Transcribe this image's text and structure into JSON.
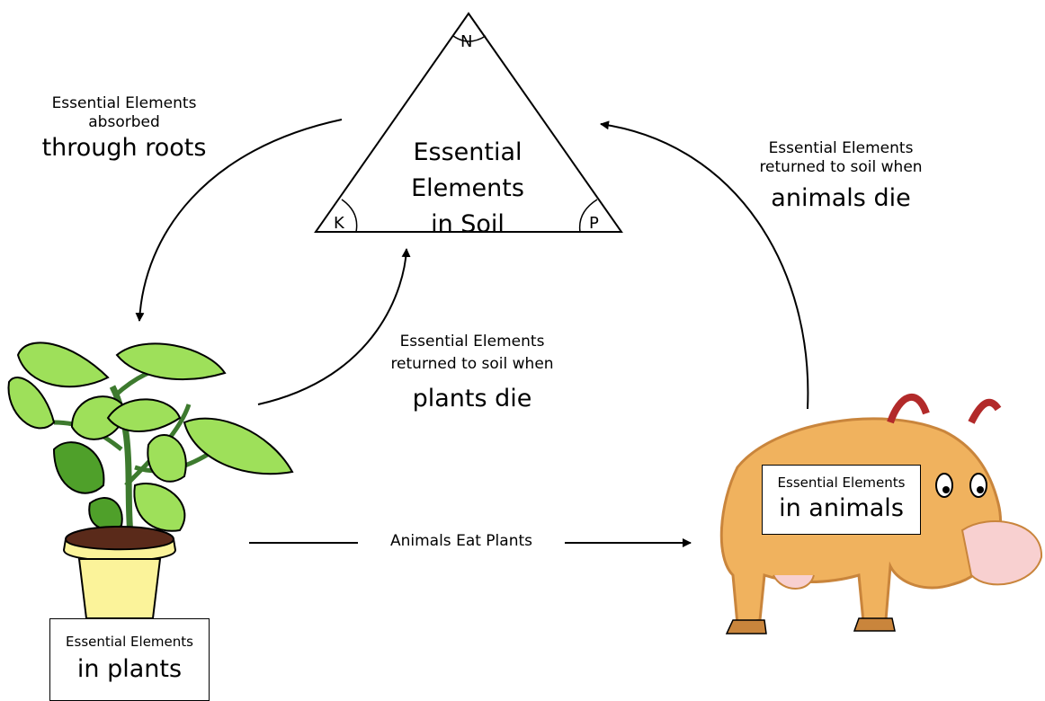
{
  "triangle": {
    "title_lines": [
      "Essential",
      "Elements",
      "in Soil"
    ],
    "vertex_top": "N",
    "vertex_left": "K",
    "vertex_right": "P"
  },
  "roots_label": {
    "line1": "Essential Elements",
    "line2": "absorbed",
    "line3": "through roots"
  },
  "animals_die_label": {
    "line1": "Essential Elements",
    "line2": "returned to soil when",
    "line3": "animals die"
  },
  "plants_die_label": {
    "line1": "Essential Elements",
    "line2": "returned to soil when",
    "line3": "plants die"
  },
  "eat_label": "Animals Eat Plants",
  "plants_box": {
    "line1": "Essential Elements",
    "line2": "in plants"
  },
  "animals_box": {
    "line1": "Essential Elements",
    "line2": "in animals"
  },
  "colors": {
    "leaf": "#9ee05a",
    "leaf_dark": "#4fa02a",
    "stem": "#3d7a2e",
    "pot": "#fbf39a",
    "soil": "#5a2a1a",
    "cow": "#f0b25e",
    "cow_dark": "#c9853c",
    "horn": "#b22a2a",
    "nose": "#f8d0d0"
  }
}
